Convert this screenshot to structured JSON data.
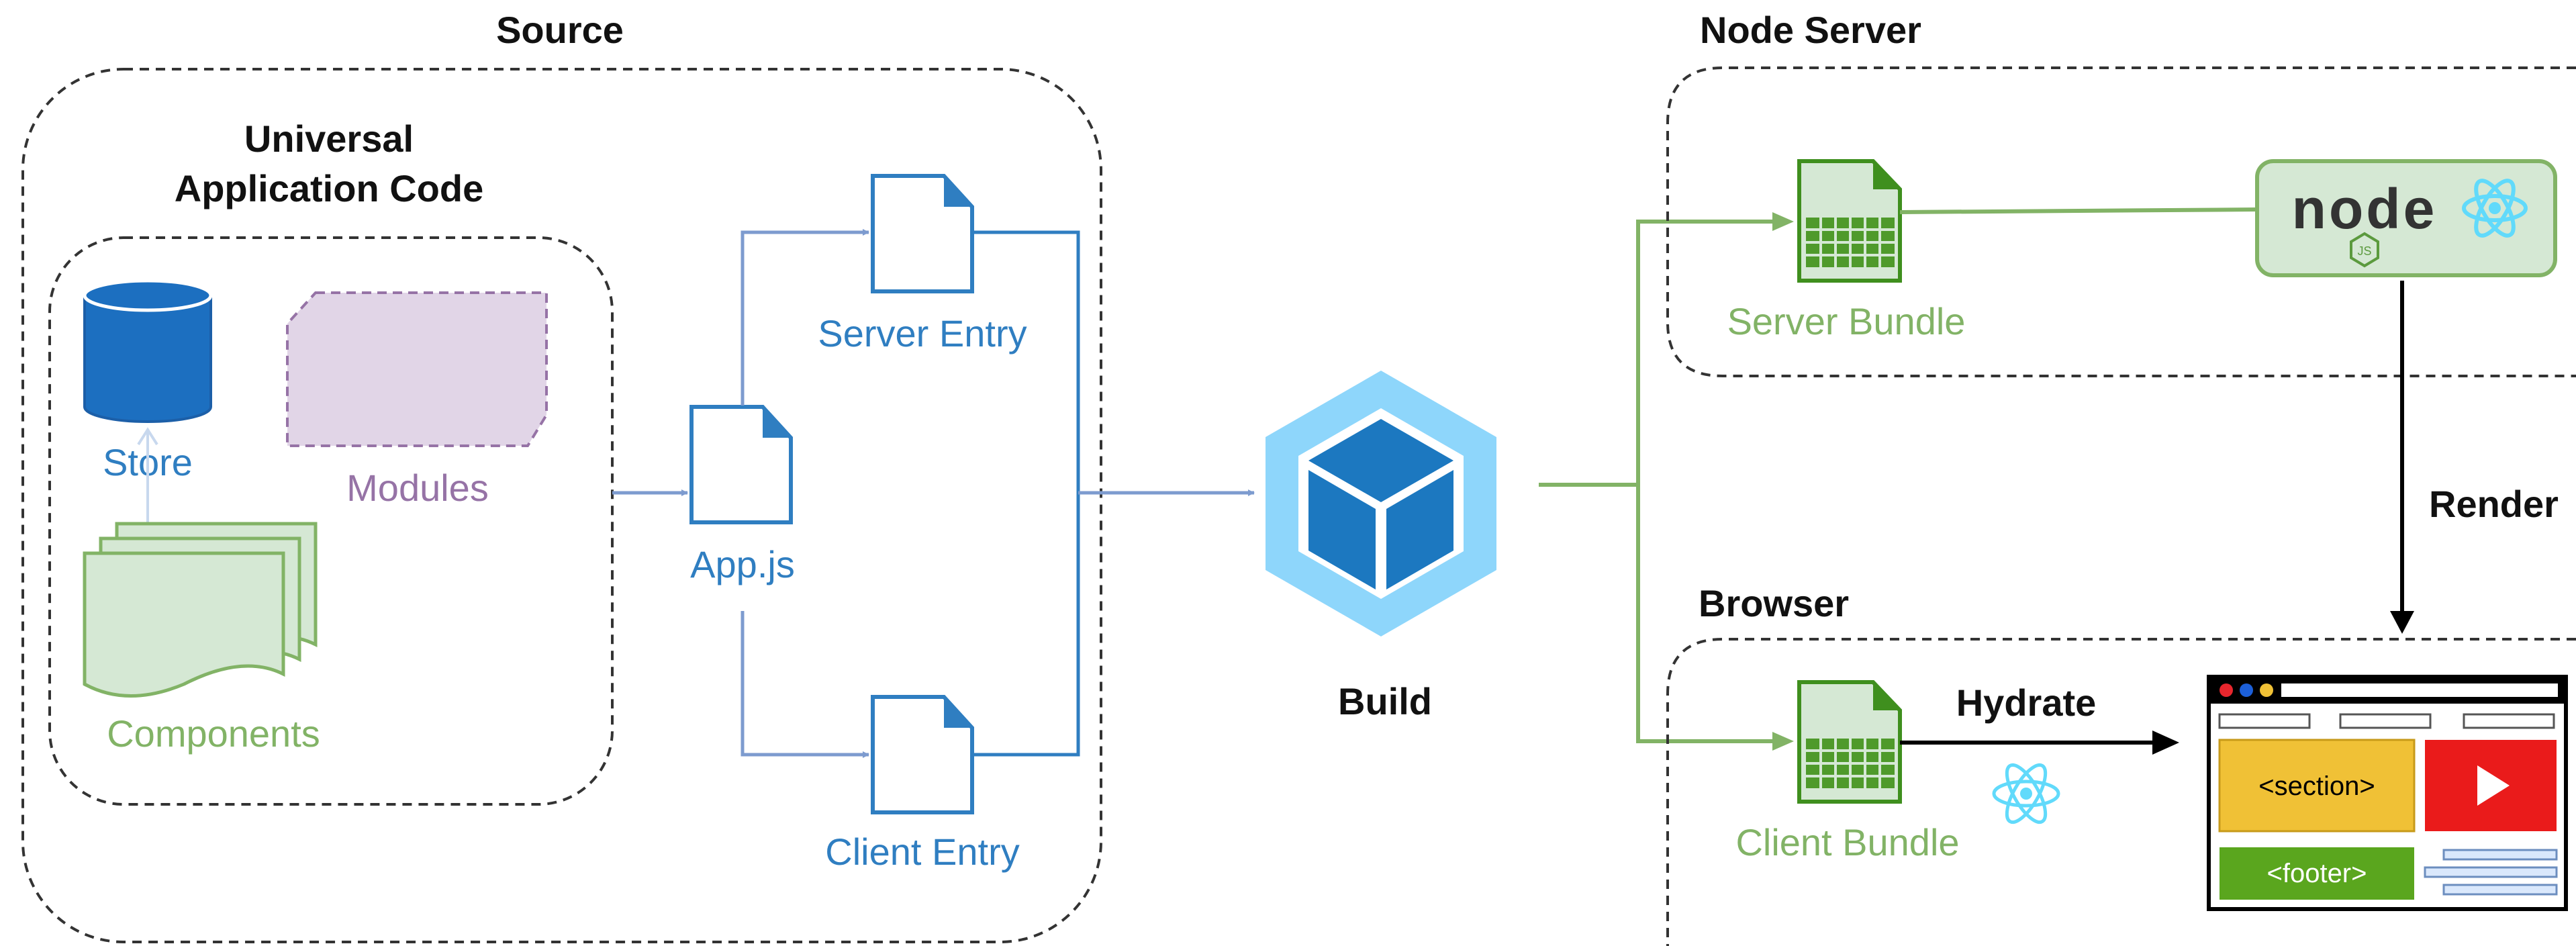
{
  "groups": {
    "source": "Source",
    "universal": [
      "Universal",
      "Application Code"
    ],
    "node_server": "Node Server",
    "browser": "Browser"
  },
  "nodes": {
    "store": "Store",
    "modules": "Modules",
    "components": "Components",
    "app_js": "App.js",
    "server_entry": "Server Entry",
    "client_entry": "Client Entry",
    "build": "Build",
    "server_bundle": "Server Bundle",
    "client_bundle": "Client Bundle",
    "node_logo": "node",
    "node_logo_sub": "JS"
  },
  "edges": {
    "render": "Render",
    "hydrate": "Hydrate"
  },
  "browser_mock": {
    "section": "<section>",
    "footer": "<footer>"
  },
  "colors": {
    "blue": "#2f7ec1",
    "blue_fill": "#1c6fc0",
    "arrow_blue": "#7d9bcf",
    "green": "#82b366",
    "green_fill": "#d5e8d4",
    "green_dark": "#4f9a2b",
    "purple": "#9673a6",
    "purple_fill": "#e1d5e7",
    "webpack_light": "#8ed6fb",
    "webpack_dark": "#1c78c0",
    "react": "#61dafb",
    "section_fill": "#f0c136",
    "video_red": "#ea1b1b",
    "footer_green": "#5aa61e"
  }
}
